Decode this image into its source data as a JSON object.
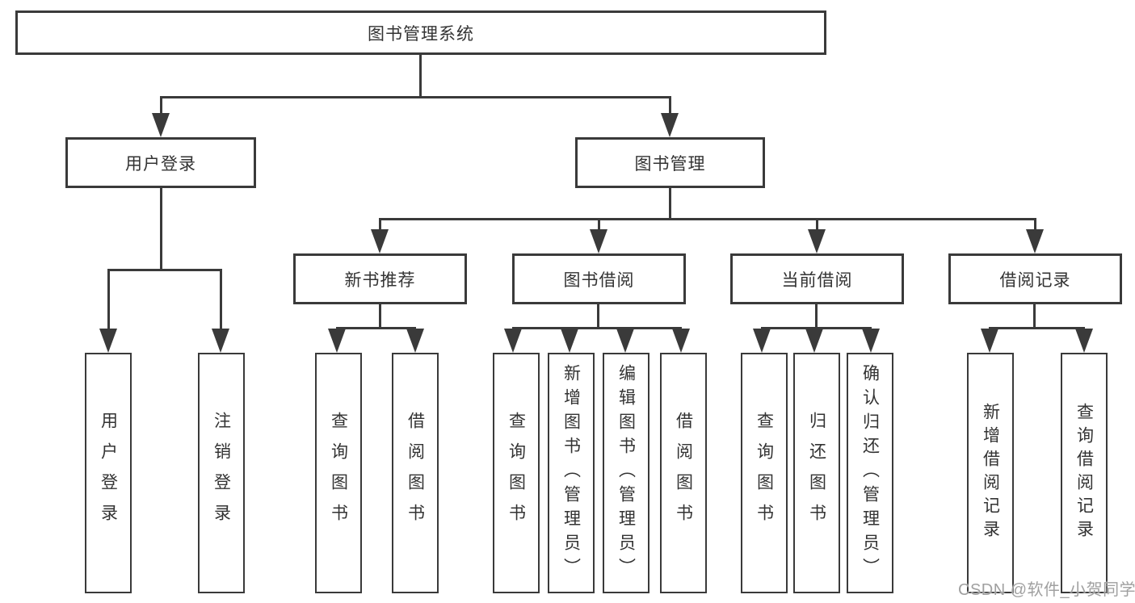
{
  "diagram": {
    "type": "tree",
    "tree": {
      "label": "图书管理系统",
      "children": [
        {
          "label": "用户登录",
          "children": [
            {
              "label": "用户登录"
            },
            {
              "label": "注销登录"
            }
          ]
        },
        {
          "label": "图书管理",
          "children": [
            {
              "label": "新书推荐",
              "children": [
                {
                  "label": "查询图书"
                },
                {
                  "label": "借阅图书"
                }
              ]
            },
            {
              "label": "图书借阅",
              "children": [
                {
                  "label": "查询图书"
                },
                {
                  "label": "新增图书（管理员）"
                },
                {
                  "label": "编辑图书（管理员）"
                },
                {
                  "label": "借阅图书"
                }
              ]
            },
            {
              "label": "当前借阅",
              "children": [
                {
                  "label": "查询图书"
                },
                {
                  "label": "归还图书"
                },
                {
                  "label": "确认归还（管理员）"
                }
              ]
            },
            {
              "label": "借阅记录",
              "children": [
                {
                  "label": "新增借阅记录"
                },
                {
                  "label": "查询借阅记录"
                }
              ]
            }
          ]
        }
      ]
    },
    "colors": {
      "line": "#3a3a3a",
      "box_border": "#3a3a3a",
      "text": "#333333",
      "background": "#ffffff",
      "watermark": "#a0a0a0"
    }
  },
  "watermark": {
    "text": "CSDN @软件_小贺同学"
  }
}
